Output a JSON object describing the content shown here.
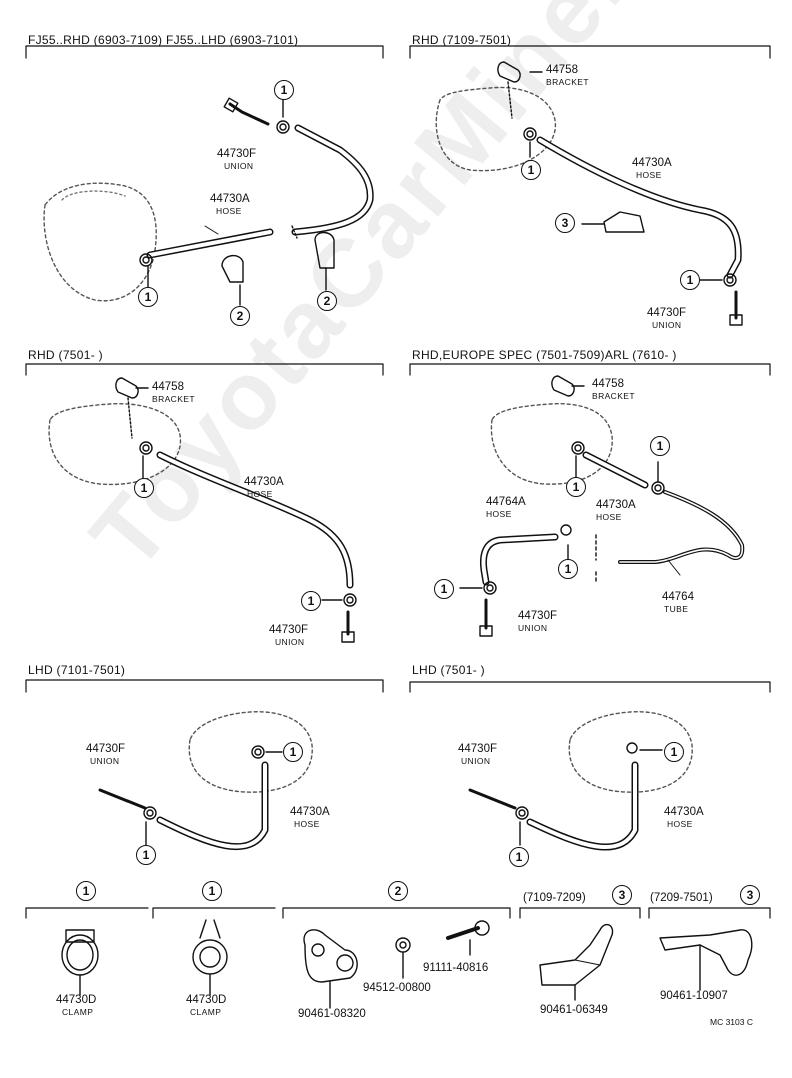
{
  "sections": {
    "s1": {
      "title": "FJ55..RHD (6903-7109) FJ55..LHD (6903-7101)"
    },
    "s2": {
      "title": "RHD (7109-7501)"
    },
    "s3": {
      "title": "RHD (7501-        )"
    },
    "s4": {
      "title": "RHD,EUROPE SPEC (7501-7509)ARL (7610-      )"
    },
    "s5": {
      "title": "LHD (7101-7501)"
    },
    "s6": {
      "title": "LHD (7501-        )"
    }
  },
  "parts": {
    "union_no": "44730F",
    "union_name": "UNION",
    "hose_no": "44730A",
    "hose_name": "HOSE",
    "bracket_no": "44758",
    "bracket_name": "BRACKET",
    "hose2_no": "44764A",
    "hose2_name": "HOSE",
    "tube_no": "44764",
    "tube_name": "TUBE",
    "clamp_no": "44730D",
    "clamp_name": "CLAMP",
    "p1": "90461-08320",
    "p2": "94512-00800",
    "p3": "91111-40816",
    "p4": "90461-06349",
    "p5": "90461-10907"
  },
  "refs": {
    "one": "1",
    "two": "2",
    "three": "3"
  },
  "legend": {
    "g4_range": "(7109-7209)",
    "g5_range": "(7209-7501)"
  },
  "footer": {
    "code": "MC 3103 C"
  },
  "watermark": "ToyotaCarMine.ru"
}
